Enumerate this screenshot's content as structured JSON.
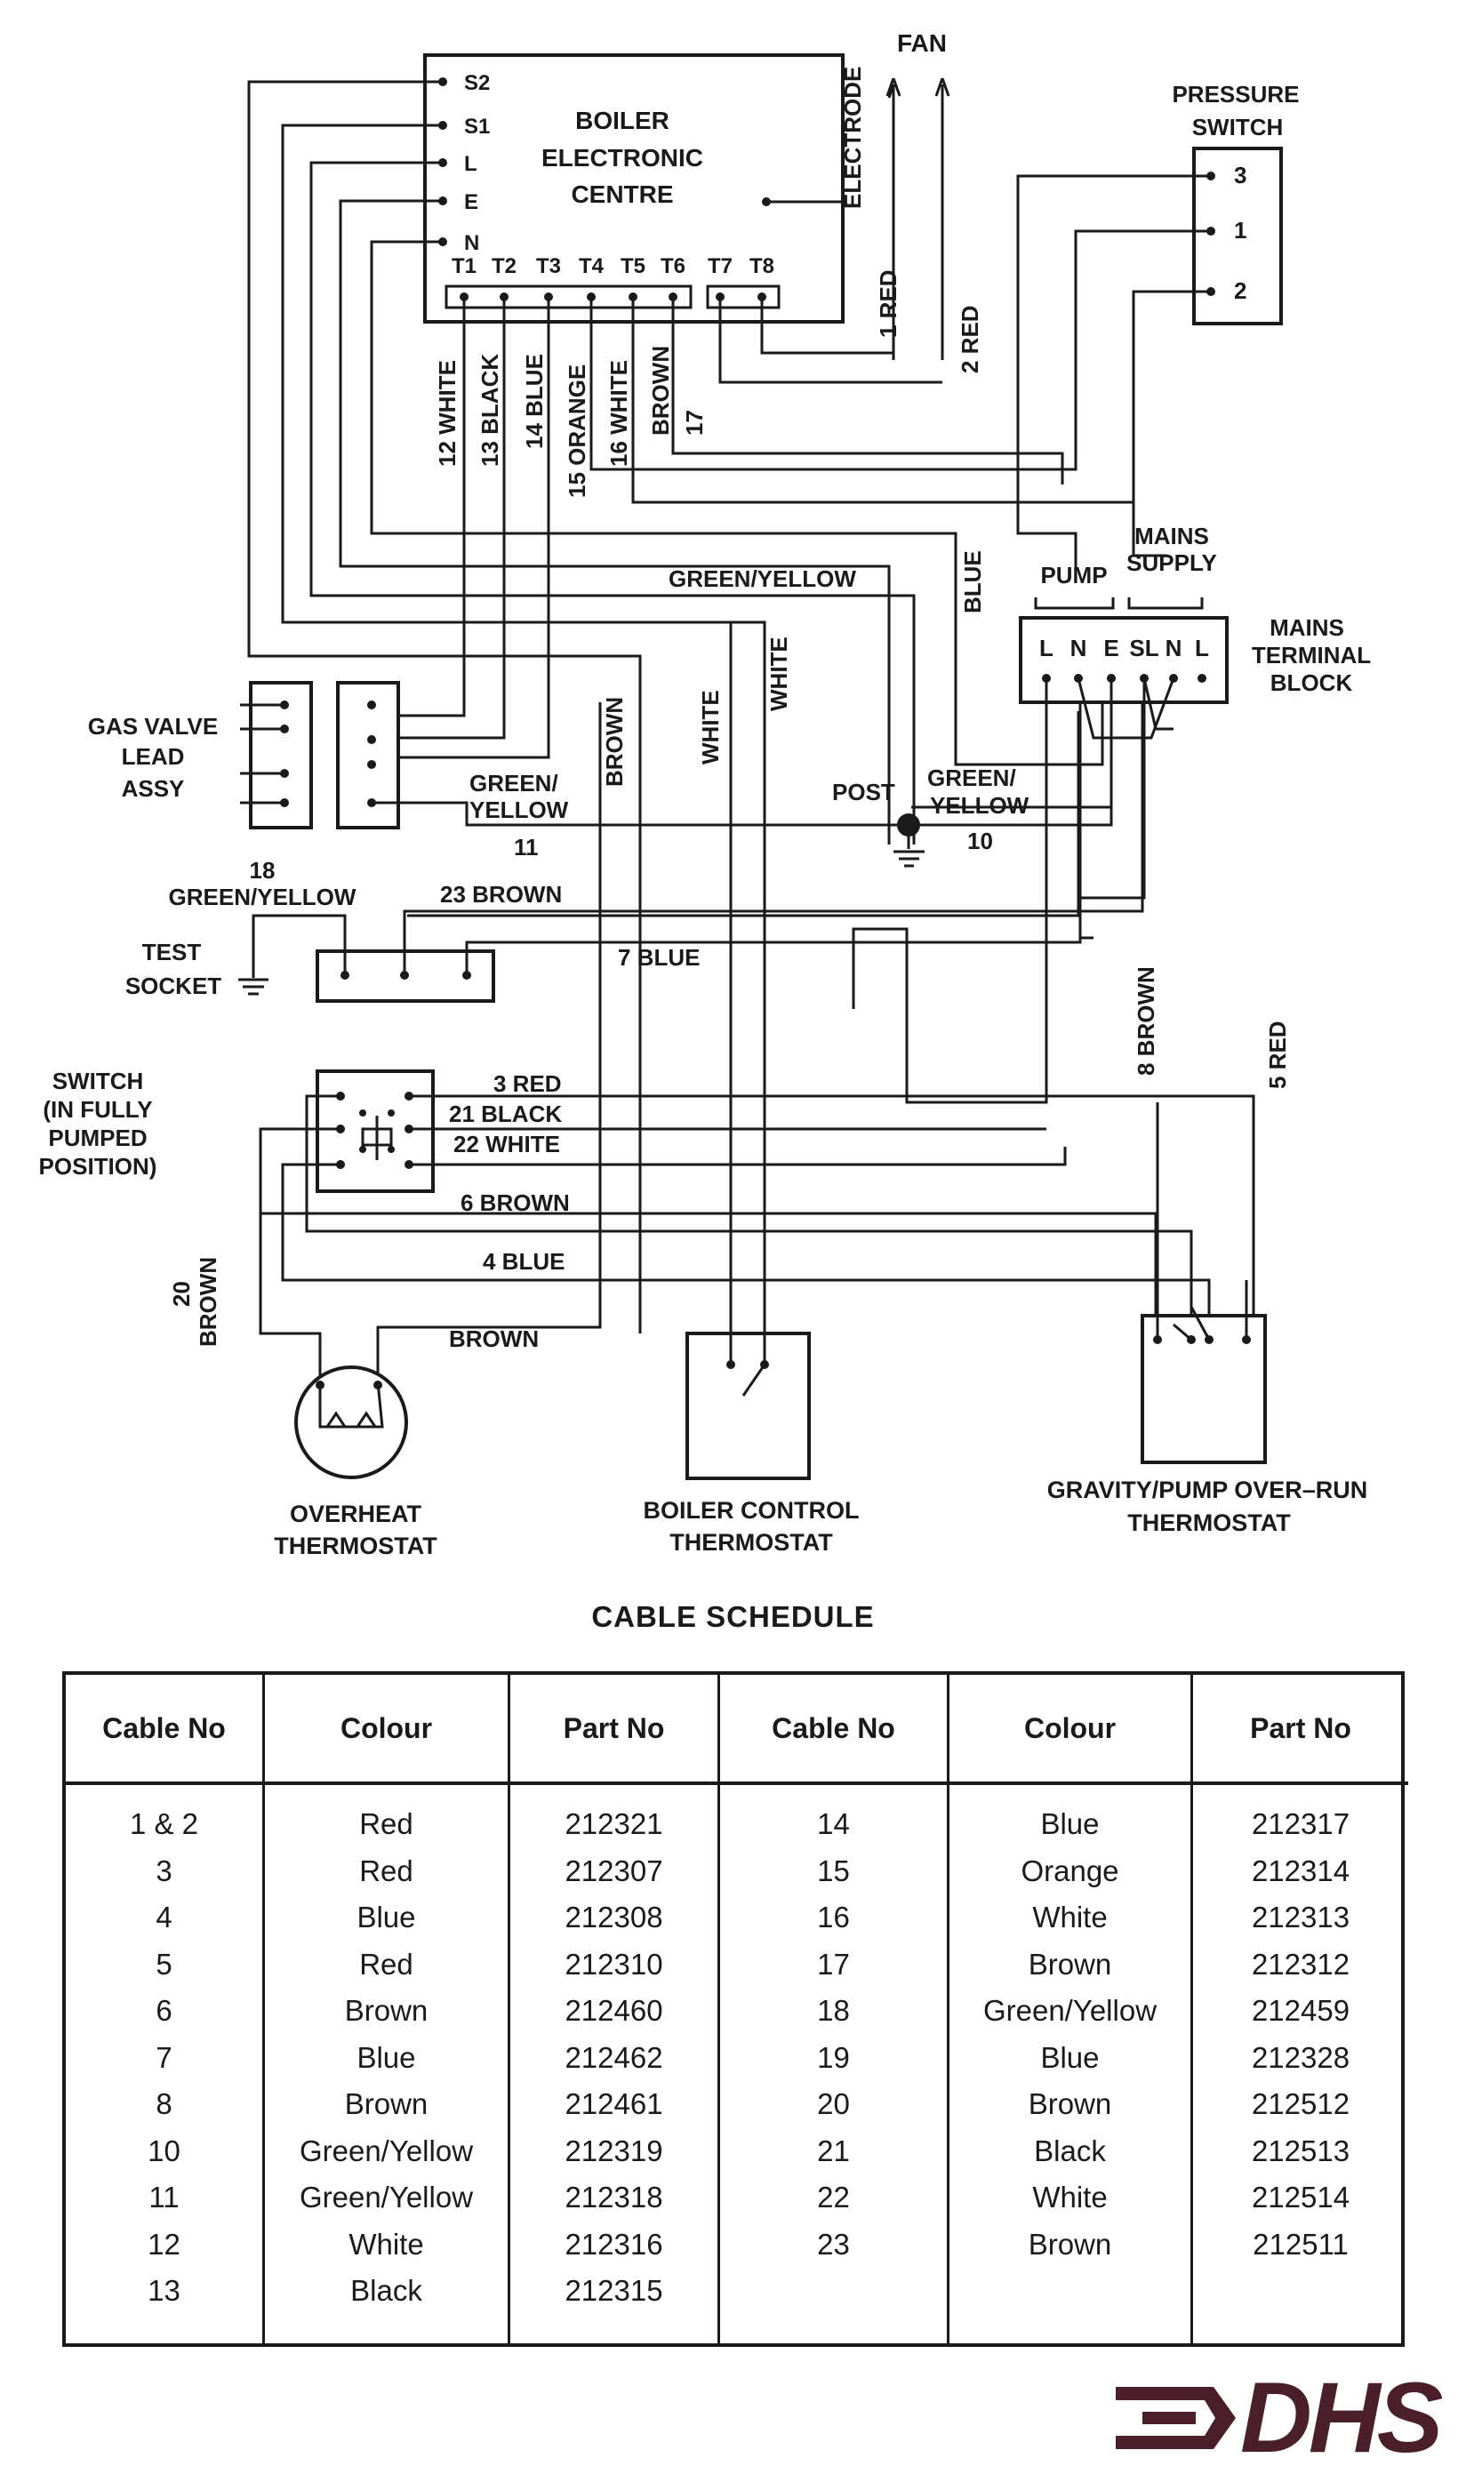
{
  "diagram": {
    "bec": {
      "line1": "BOILER",
      "line2": "ELECTRONIC",
      "line3": "CENTRE",
      "pins_left": [
        "S2",
        "S1",
        "L",
        "E",
        "N"
      ],
      "pins_bottom": [
        "T1",
        "T2",
        "T3",
        "T4",
        "T5",
        "T6",
        "T7",
        "T8"
      ]
    },
    "electrode": "ELECTRODE",
    "fan": "FAN",
    "red1": "1  RED",
    "red2": "2  RED",
    "pressure_switch": {
      "line1": "PRESSURE",
      "line2": "SWITCH",
      "pins": [
        "3",
        "1",
        "2"
      ]
    },
    "wire_labels": {
      "w12": "12 WHITE",
      "w13": "13 BLACK",
      "w14": "14 BLUE",
      "w15": "15 ORANGE",
      "w16": "16 WHITE",
      "w17": "BROWN",
      "w17n": "17",
      "blue_ps": "BLUE",
      "gy_top": "GREEN/YELLOW",
      "white_a": "WHITE",
      "white_b": "WHITE",
      "brown_v": "BROWN",
      "gy11a": "GREEN/",
      "gy11b": "YELLOW",
      "n11": "11",
      "post": "POST",
      "gy10a": "GREEN/",
      "gy10b": "YELLOW",
      "n10": "10",
      "n18": "18",
      "gy18": "GREEN/YELLOW",
      "b23": "23 BROWN",
      "b7": "7 BLUE",
      "r3": "3 RED",
      "k21": "21 BLACK",
      "w22": "22 WHITE",
      "b6": "6 BROWN",
      "b4": "4 BLUE",
      "b8": "8 BROWN",
      "r5": "5 RED",
      "n20": "20",
      "brown20": "BROWN",
      "brown_bot": "BROWN"
    },
    "mains": {
      "line1": "MAINS",
      "line2": "SUPPLY",
      "pump": "PUMP",
      "block1": "MAINS",
      "block2": "TERMINAL",
      "block3": "BLOCK",
      "pins": [
        "L",
        "N",
        "E",
        "SL",
        "N",
        "L"
      ]
    },
    "gas_valve": {
      "line1": "GAS  VALVE",
      "line2": "LEAD",
      "line3": "ASSY"
    },
    "test_socket": {
      "line1": "TEST",
      "line2": "SOCKET"
    },
    "switch": {
      "line1": "SWITCH",
      "line2": "(IN FULLY",
      "line3": "PUMPED",
      "line4": "POSITION)"
    },
    "overheat": {
      "line1": "OVERHEAT",
      "line2": "THERMOSTAT"
    },
    "boiler_ctrl": {
      "line1": "BOILER  CONTROL",
      "line2": "THERMOSTAT"
    },
    "gravity": {
      "line1": "GRAVITY/PUMP  OVER–RUN",
      "line2": "THERMOSTAT"
    }
  },
  "schedule": {
    "title": "CABLE SCHEDULE",
    "headers": [
      "Cable No",
      "Colour",
      "Part No",
      "Cable No",
      "Colour",
      "Part No"
    ],
    "left_rows": [
      {
        "cable": "1 & 2",
        "colour": "Red",
        "part": "212321"
      },
      {
        "cable": "3",
        "colour": "Red",
        "part": "212307"
      },
      {
        "cable": "4",
        "colour": "Blue",
        "part": "212308"
      },
      {
        "cable": "5",
        "colour": "Red",
        "part": "212310"
      },
      {
        "cable": "6",
        "colour": "Brown",
        "part": "212460"
      },
      {
        "cable": "7",
        "colour": "Blue",
        "part": "212462"
      },
      {
        "cable": "8",
        "colour": "Brown",
        "part": "212461"
      },
      {
        "cable": "10",
        "colour": "Green/Yellow",
        "part": "212319"
      },
      {
        "cable": "11",
        "colour": "Green/Yellow",
        "part": "212318"
      },
      {
        "cable": "12",
        "colour": "White",
        "part": "212316"
      },
      {
        "cable": "13",
        "colour": "Black",
        "part": "212315"
      }
    ],
    "right_rows": [
      {
        "cable": "14",
        "colour": "Blue",
        "part": "212317"
      },
      {
        "cable": "15",
        "colour": "Orange",
        "part": "212314"
      },
      {
        "cable": "16",
        "colour": "White",
        "part": "212313"
      },
      {
        "cable": "17",
        "colour": "Brown",
        "part": "212312"
      },
      {
        "cable": "18",
        "colour": "Green/Yellow",
        "part": "212459"
      },
      {
        "cable": "19",
        "colour": "Blue",
        "part": "212328"
      },
      {
        "cable": "20",
        "colour": "Brown",
        "part": "212512"
      },
      {
        "cable": "21",
        "colour": "Black",
        "part": "212513"
      },
      {
        "cable": "22",
        "colour": "White",
        "part": "212514"
      },
      {
        "cable": "23",
        "colour": "Brown",
        "part": "212511"
      }
    ]
  },
  "logo": {
    "text": "DHS",
    "color": "#4a1f2a"
  }
}
